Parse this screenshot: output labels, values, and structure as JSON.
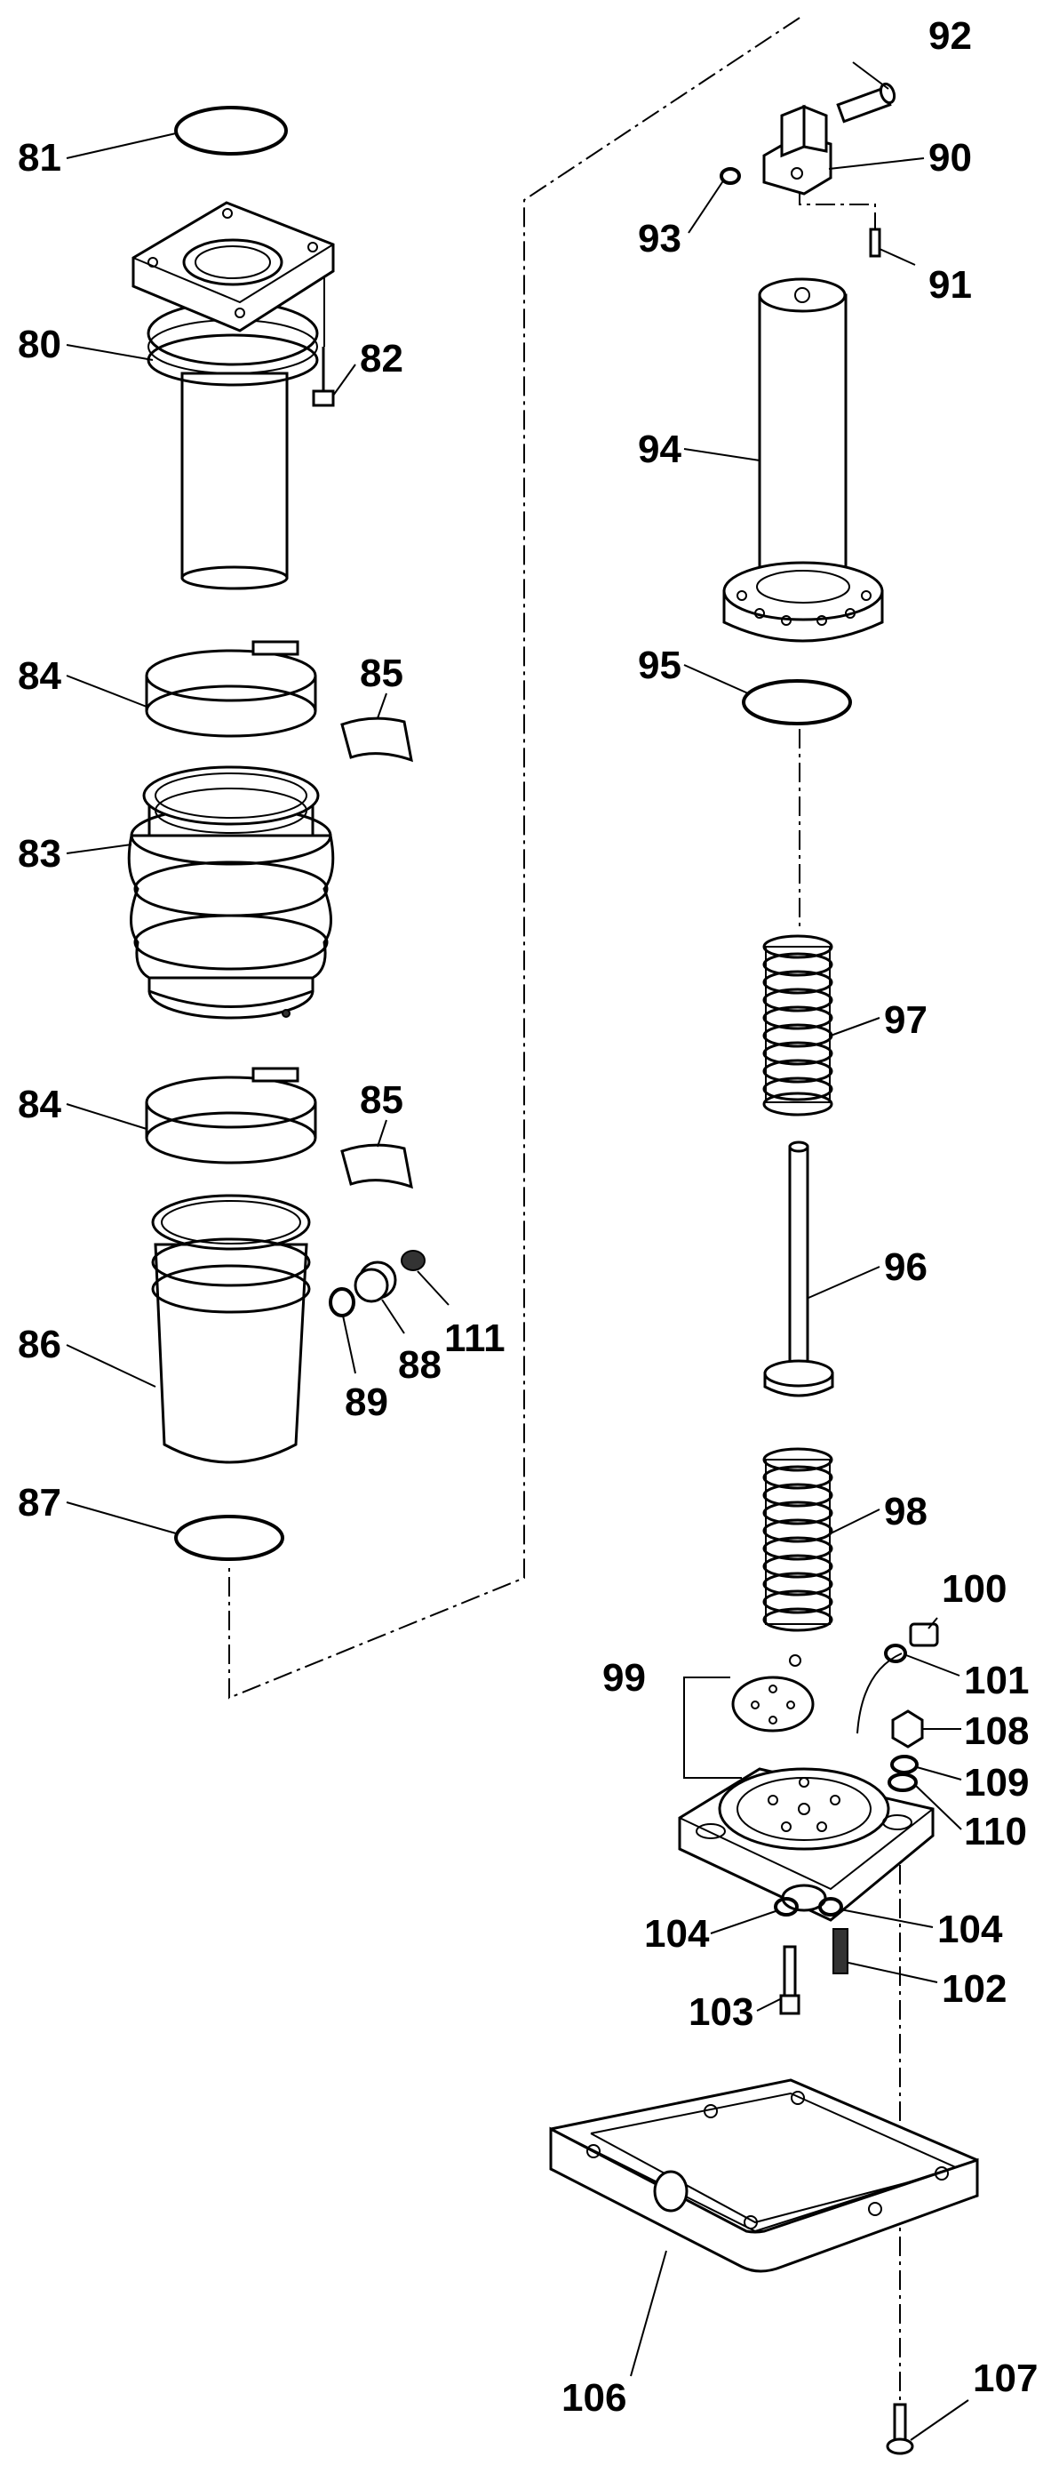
{
  "labels": {
    "p80": "80",
    "p81": "81",
    "p82": "82",
    "p83": "83",
    "p84a": "84",
    "p84b": "84",
    "p85a": "85",
    "p85b": "85",
    "p86": "86",
    "p87": "87",
    "p88": "88",
    "p89": "89",
    "p90": "90",
    "p91": "91",
    "p92": "92",
    "p93": "93",
    "p94": "94",
    "p95": "95",
    "p96": "96",
    "p97": "97",
    "p98": "98",
    "p99": "99",
    "p100": "100",
    "p101": "101",
    "p102": "102",
    "p103": "103",
    "p104a": "104",
    "p104b": "104",
    "p106": "106",
    "p107": "107",
    "p108": "108",
    "p109": "109",
    "p110": "110",
    "p111": "111"
  },
  "colors": {
    "line": "#000000",
    "background": "#ffffff"
  }
}
